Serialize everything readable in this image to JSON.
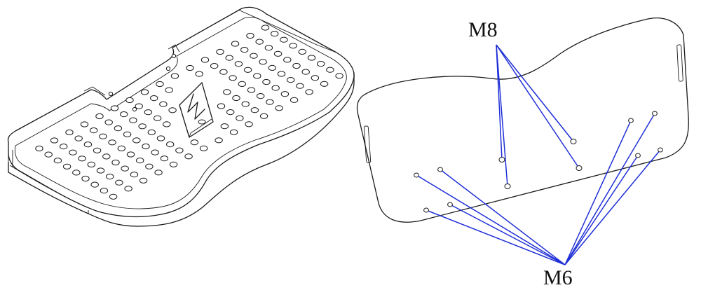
{
  "figure": {
    "callouts": {
      "upper_label": "M8",
      "lower_label": "M6"
    },
    "colors": {
      "linework": "#1a1a1a",
      "leader_lines": "#1f2fd6",
      "background": "#ffffff"
    },
    "views": [
      "isometric-perforated-plate",
      "underside-fastener-layout"
    ]
  }
}
